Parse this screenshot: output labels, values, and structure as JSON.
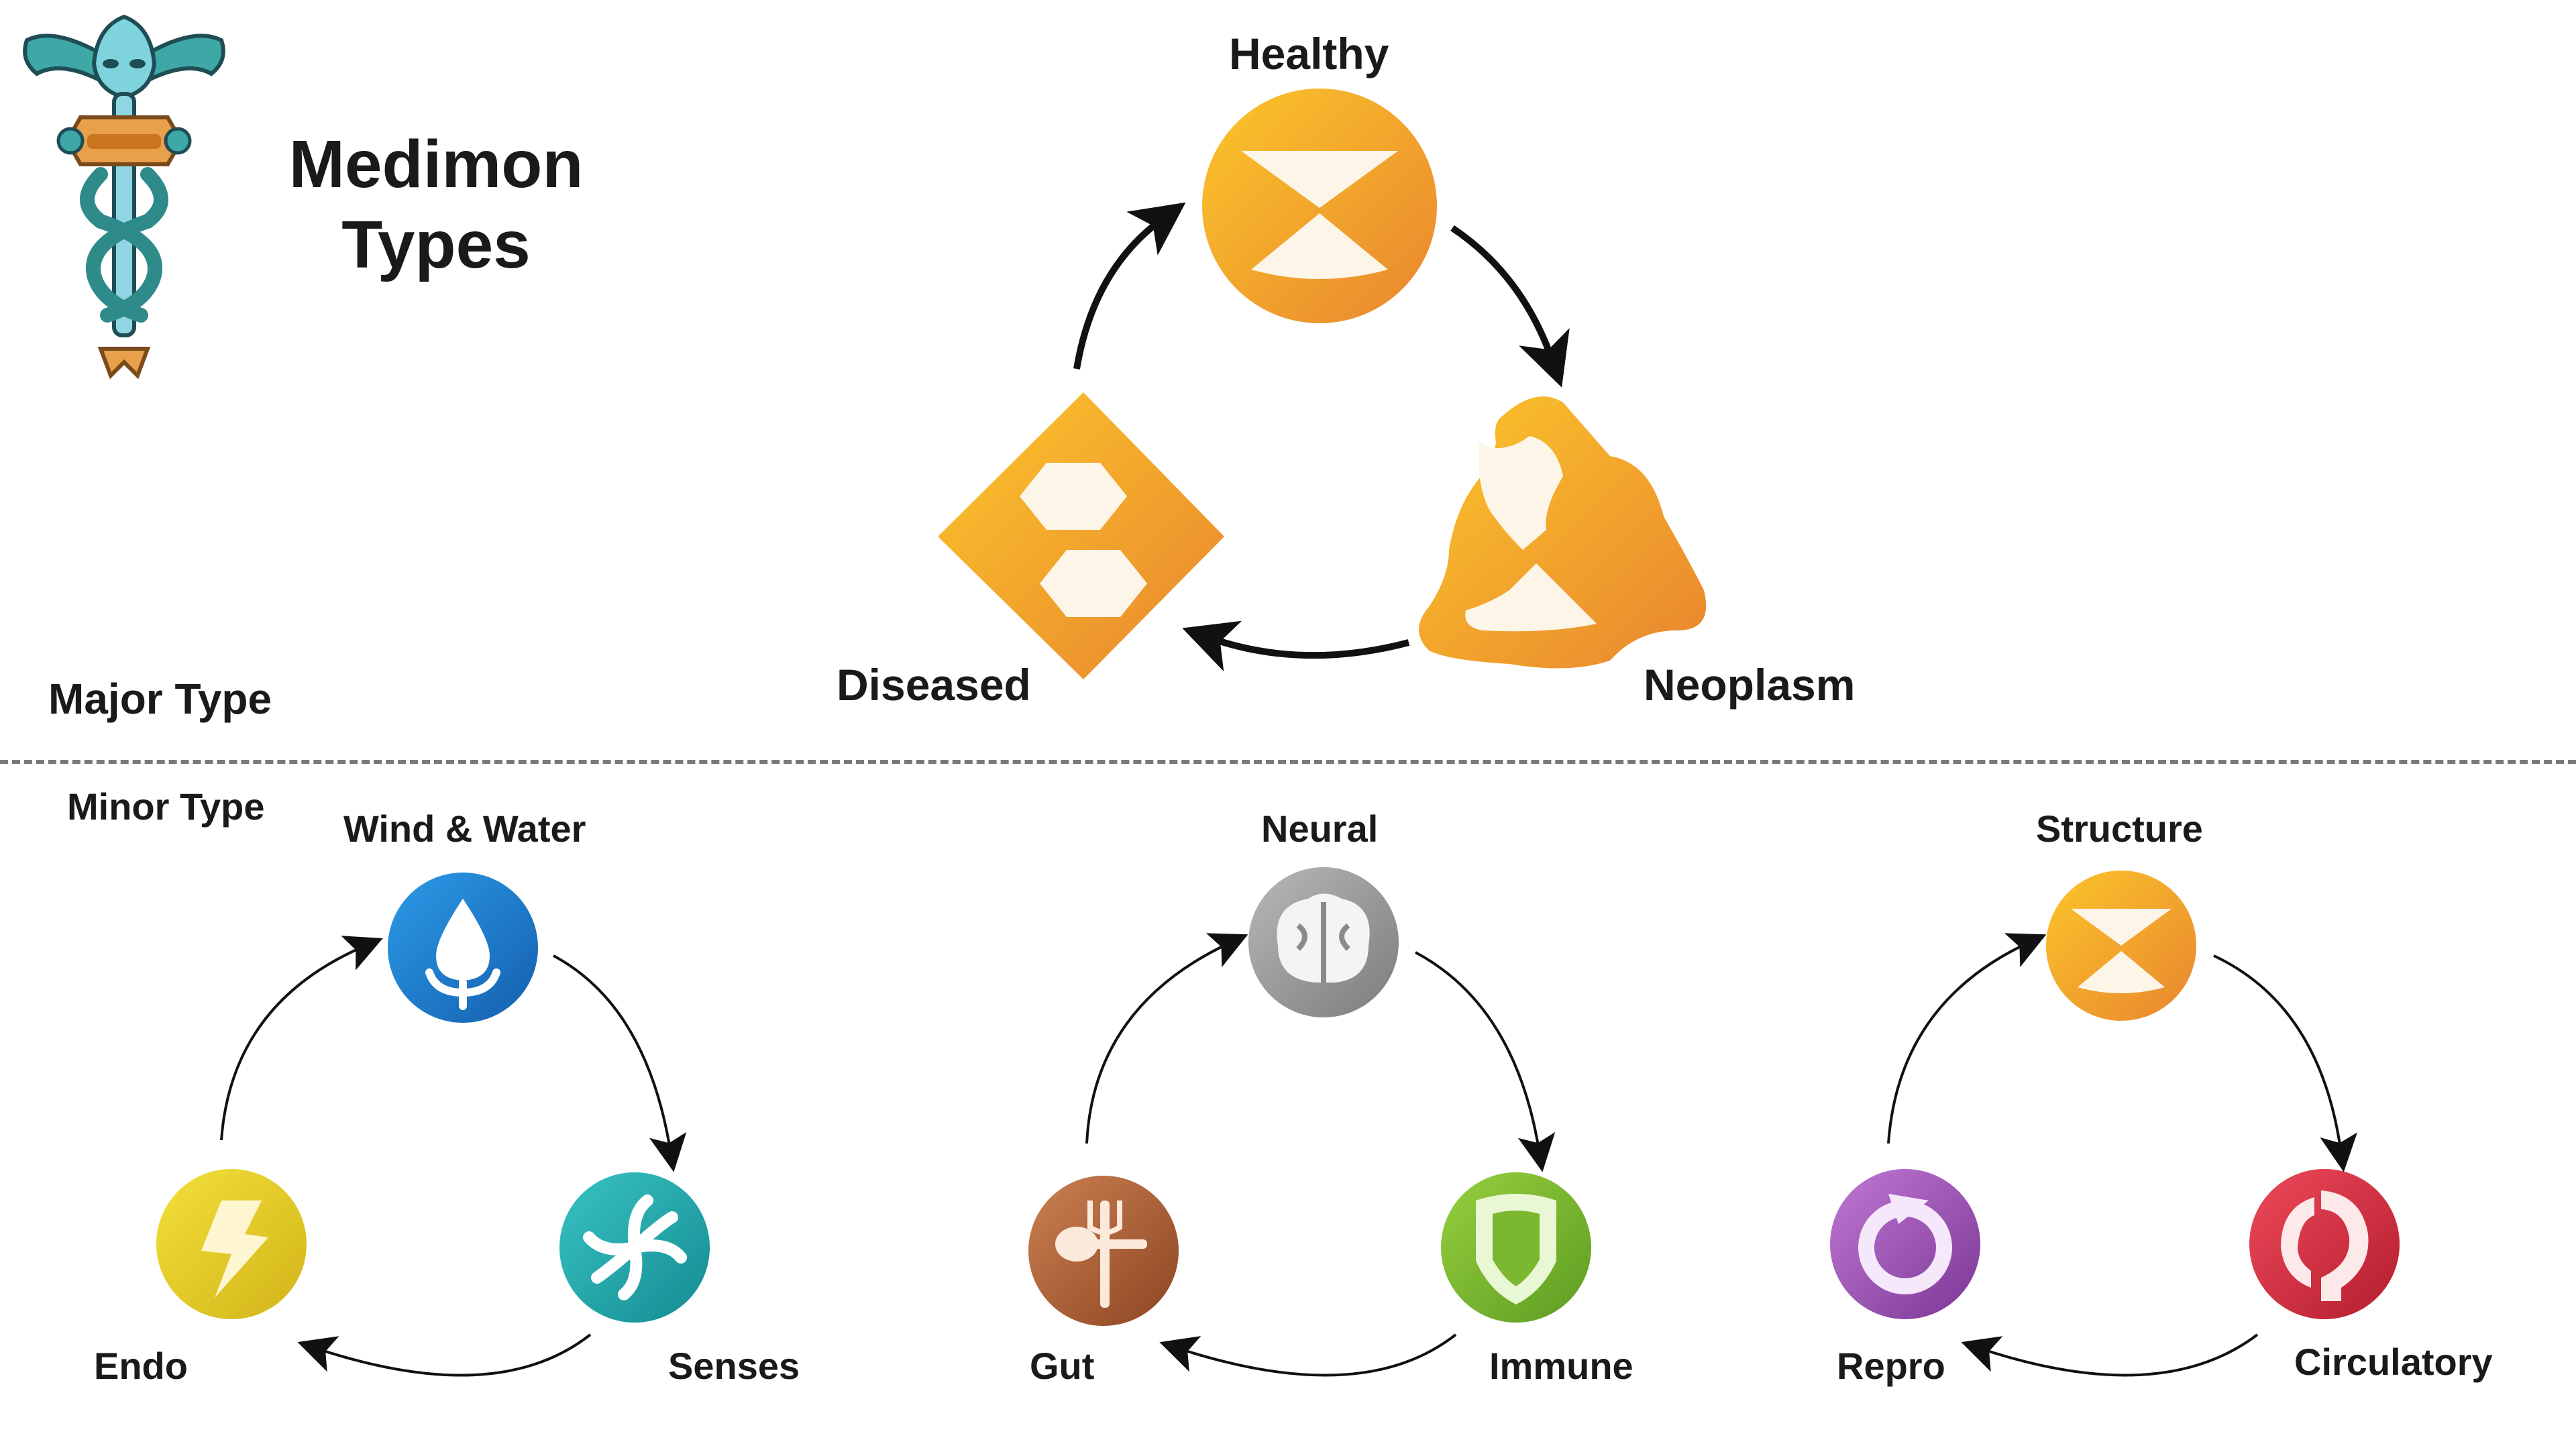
{
  "title": "Medimon Types",
  "major_type_label": "Major Type",
  "minor_type_label": "Minor Type",
  "major_cycle": {
    "healthy": "Healthy",
    "neoplasm": "Neoplasm",
    "diseased": "Diseased"
  },
  "minor_cycles": [
    {
      "top": "Wind & Water",
      "right": "Senses",
      "left": "Endo"
    },
    {
      "top": "Neural",
      "right": "Immune",
      "left": "Gut"
    },
    {
      "top": "Structure",
      "right": "Circulatory",
      "left": "Repro"
    }
  ],
  "colors": {
    "orange_start": "#fbbf24",
    "orange_end": "#ec8a33",
    "wind_water": "#1e7fd1",
    "senses": "#1fa8a8",
    "endo": "#e4cb28",
    "neural": "#9a9a9a",
    "immune": "#7cb82f",
    "gut": "#a8582e",
    "structure": "#f3a02c",
    "circulatory": "#d42e3e",
    "repro": "#9b4fb3"
  }
}
